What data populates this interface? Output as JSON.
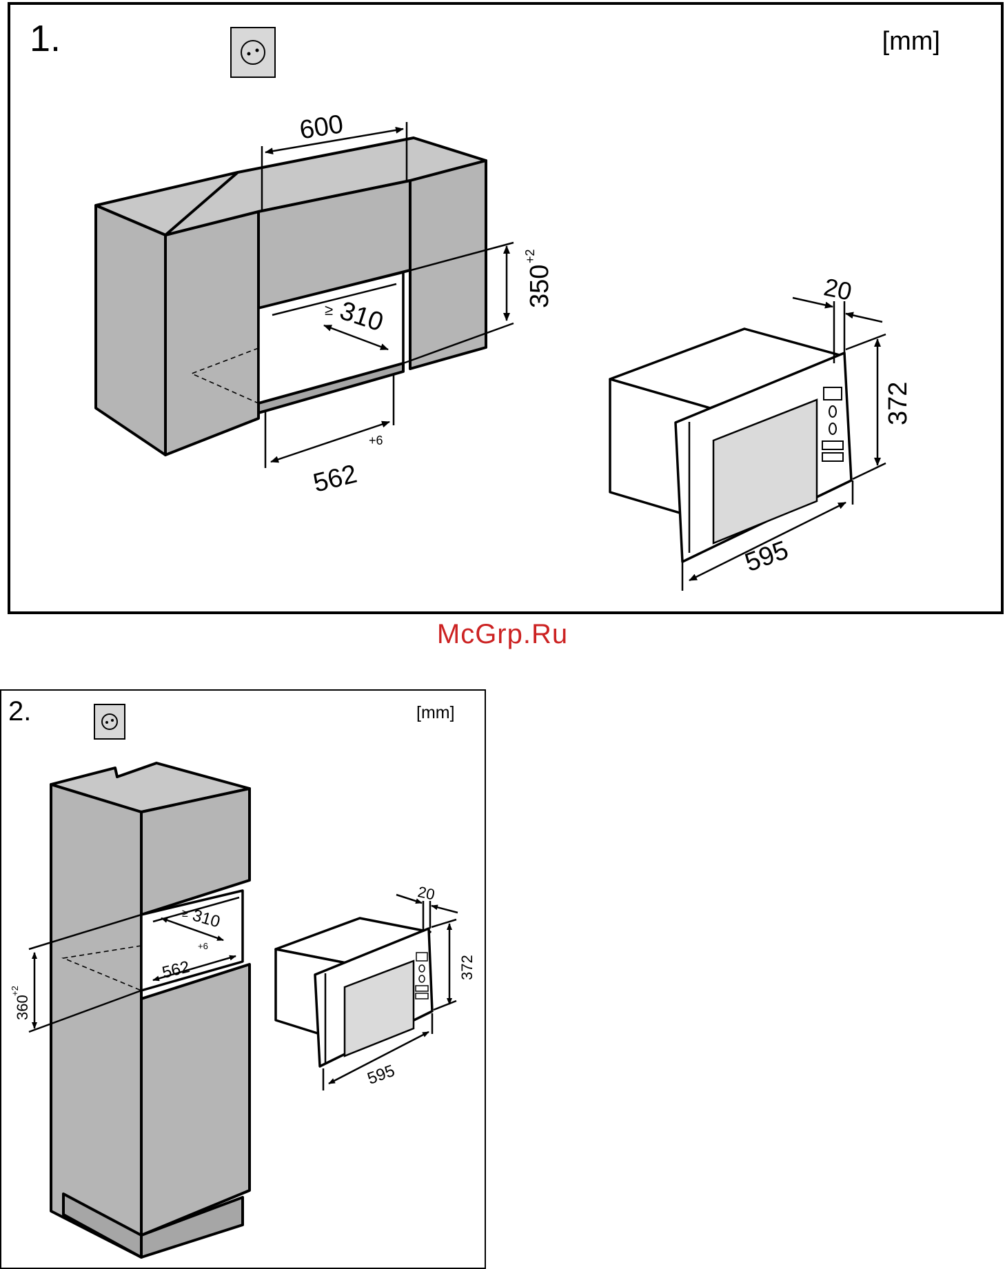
{
  "step1": {
    "number": "1.",
    "unit": "[mm]",
    "dimensions": {
      "cabinet_width": "600",
      "niche_height": "350",
      "niche_height_tol": "+2",
      "niche_depth": "310",
      "niche_depth_prefix": "≥",
      "niche_width": "562",
      "niche_width_tol": "+6",
      "frame_depth": "20",
      "appliance_height": "372",
      "appliance_width": "595"
    }
  },
  "watermark": "McGrp.Ru",
  "step2": {
    "number": "2.",
    "unit": "[mm]",
    "dimensions": {
      "niche_height": "360",
      "niche_height_tol": "+2",
      "niche_depth": "310",
      "niche_depth_prefix": "≥",
      "niche_width": "562",
      "niche_width_tol": "+6",
      "frame_depth": "20",
      "appliance_height": "372",
      "appliance_width": "595"
    }
  },
  "colors": {
    "cabinet_fill": "#b5b5b5",
    "outline": "#000000",
    "watermark": "#cc2222"
  },
  "icons": [
    "power-socket-icon",
    "double-arrow-icon"
  ]
}
